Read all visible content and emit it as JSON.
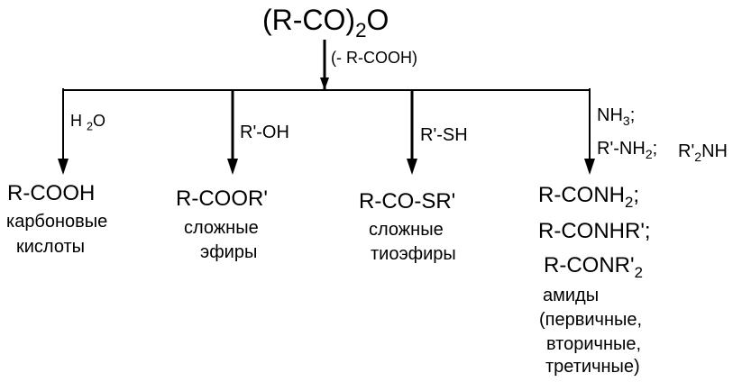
{
  "reagent": {
    "prefix": "(R-CO)",
    "sub": "2",
    "suffix": "O"
  },
  "byproduct": "(- R-COOH)",
  "branches": [
    {
      "reagent_parts": [
        "H ",
        "2",
        "O"
      ],
      "product": "R-COOH",
      "class_lines": [
        "карбоновые",
        "кислоты"
      ]
    },
    {
      "reagent": "R'-OH",
      "product": "R-COOR'",
      "class_lines": [
        "сложные",
        "эфиры"
      ]
    },
    {
      "reagent": "R'-SH",
      "product": "R-CO-SR'",
      "class_lines": [
        "сложные",
        "тиоэфиры"
      ]
    },
    {
      "reagents": {
        "nh3": [
          "NH",
          "3",
          ";"
        ],
        "primary": [
          "R'-NH",
          "2",
          ";"
        ],
        "secondary": [
          "R'",
          "2",
          "NH"
        ]
      },
      "products": {
        "p1": [
          "R-CONH",
          "2",
          ";"
        ],
        "p2": "R-CONHR';",
        "p3": [
          "R-CONR'",
          "2"
        ]
      },
      "class_lines": [
        "амиды",
        "(первичные,",
        "вторичные,",
        "третичные)"
      ]
    }
  ]
}
